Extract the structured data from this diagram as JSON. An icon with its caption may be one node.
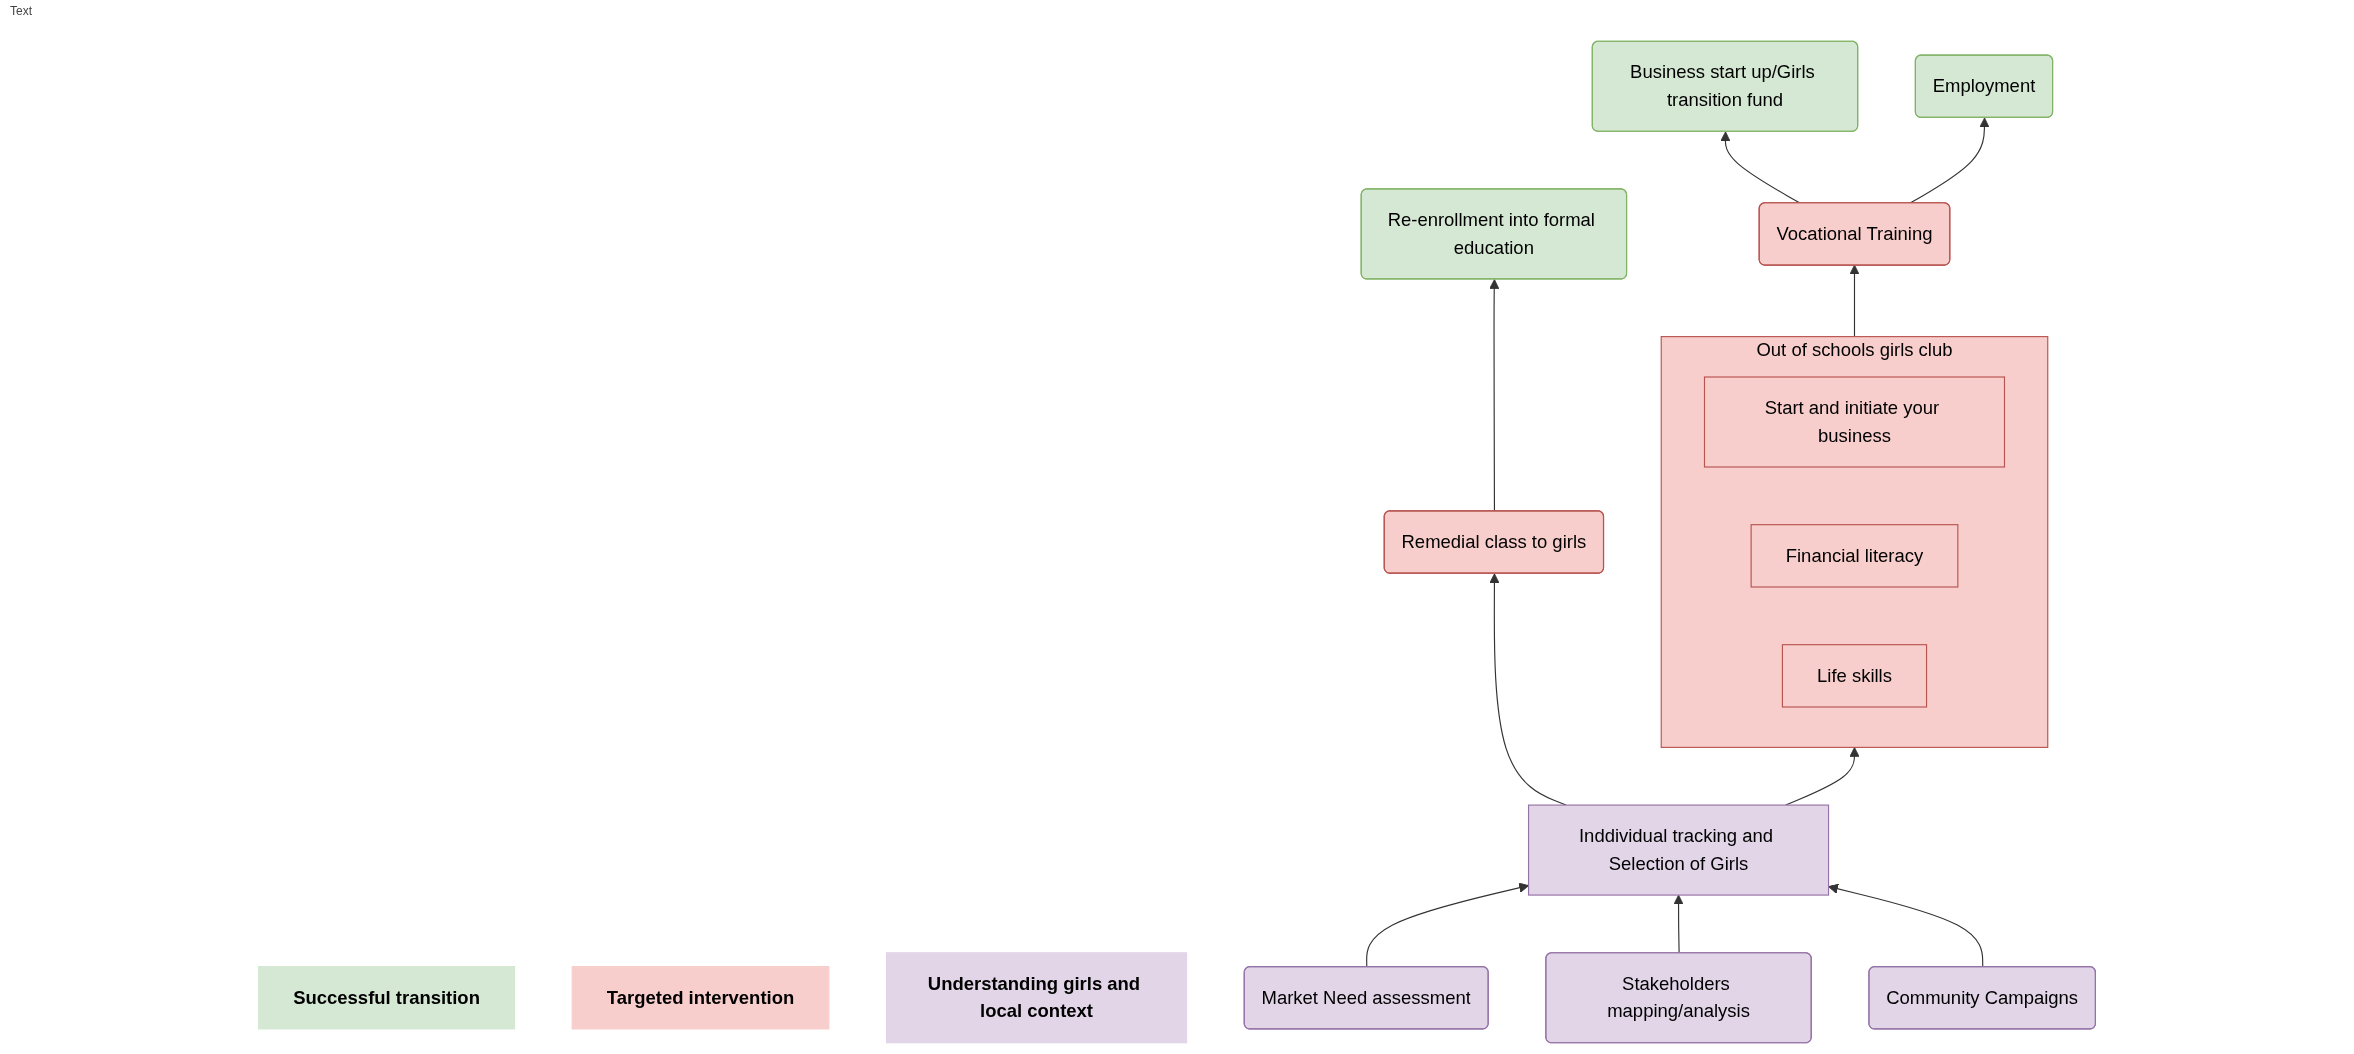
{
  "diagram": {
    "nodes": [
      {
        "text": [
          "Successful transition"
        ]
      },
      {
        "text": [
          "Re-enrollment into formal education"
        ]
      },
      {
        "text": [
          "Business start up/Girls transition fund"
        ]
      },
      {
        "text": [
          "Employment"
        ]
      },
      {
        "text": [
          "Vocational Training"
        ]
      },
      {
        "text": [
          "Targeted intervention"
        ]
      },
      {
        "text": [
          "Remedial class to girls"
        ]
      },
      {
        "text": [
          "Out of schools girls club"
        ]
      },
      {
        "text": [
          "Start and initiate your business"
        ],
        "in": 7
      },
      {
        "text": [
          "Financial literacy"
        ],
        "in": 7
      },
      {
        "text": [
          "Life skills"
        ],
        "in": 7
      },
      {
        "text": [
          "Inddividual tracking and Selection of Girls"
        ]
      },
      {
        "text": [
          "Understanding girls and local context"
        ]
      },
      {
        "text": [
          "Market Need assessment"
        ]
      },
      {
        "text": [
          "Stakeholders mapping/analysis"
        ]
      },
      {
        "text": [
          "Community Campaigns"
        ]
      }
    ],
    "edges": [
      {
        "from": 6,
        "to": 1,
        "arrow": "to"
      },
      {
        "from": 4,
        "to": 2,
        "arrow": "to"
      },
      {
        "from": 4,
        "to": 3,
        "arrow": "to"
      },
      {
        "from": 7,
        "to": 4,
        "arrow": "to"
      },
      {
        "from": 11,
        "to": 6,
        "arrow": "to"
      },
      {
        "from": 11,
        "to": 7,
        "arrow": "to"
      },
      {
        "from": 13,
        "to": 11,
        "arrow": "to"
      },
      {
        "from": 14,
        "to": 11,
        "arrow": "to"
      },
      {
        "from": 15,
        "to": 11,
        "arrow": "to"
      }
    ],
    "labels": [
      "Text"
    ]
  }
}
